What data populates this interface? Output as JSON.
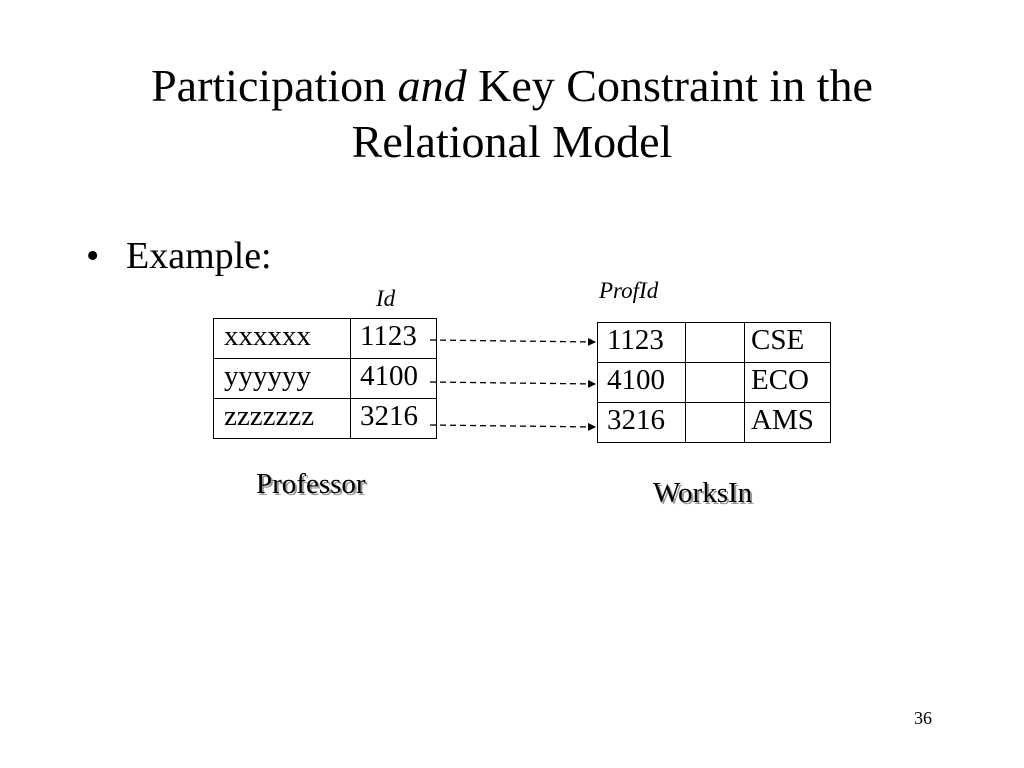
{
  "title": {
    "line1_pre": "Participation ",
    "line1_italic": "and",
    "line1_post": " Key Constraint  in the",
    "line2": "Relational Model"
  },
  "bullet": {
    "marker": "•",
    "text": "Example:"
  },
  "professor": {
    "column_label": "Id",
    "rows": [
      [
        "xxxxxx",
        "1123"
      ],
      [
        "yyyyyy",
        "4100"
      ],
      [
        "zzzzzzz",
        "3216"
      ]
    ],
    "caption": "Professor"
  },
  "works_in": {
    "column_label": "ProfId",
    "rows": [
      [
        "1123",
        "",
        "CSE"
      ],
      [
        "4100",
        "",
        "ECO"
      ],
      [
        "3216",
        "",
        "AMS"
      ]
    ],
    "caption": "WorksIn"
  },
  "page_number": "36"
}
